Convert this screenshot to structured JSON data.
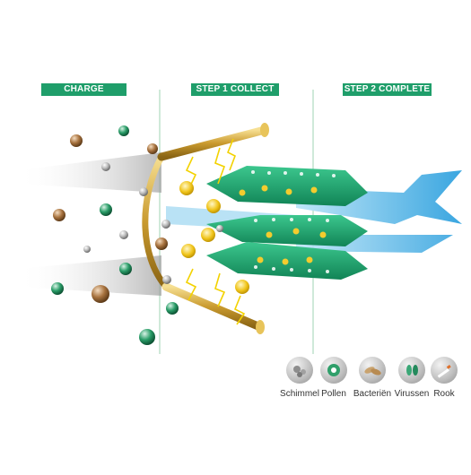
{
  "stages": {
    "charge": "CHARGE",
    "collect": "STEP 1 COLLECT",
    "complete": "STEP 2 COMPLETE"
  },
  "legend": [
    {
      "label": "Schimmel",
      "icon": "mold-icon"
    },
    {
      "label": "Pollen",
      "icon": "pollen-icon"
    },
    {
      "label": "Bacteriën",
      "icon": "bacteria-icon"
    },
    {
      "label": "Virussen",
      "icon": "virus-icon"
    },
    {
      "label": "Rook",
      "icon": "smoke-icon"
    }
  ],
  "colors": {
    "label_bg": "#1f9e6a",
    "collector_green": "#1fa36f",
    "airflow_blue": "#4fb6e8",
    "electrode_gold": "#c99a2e",
    "particle_brown": "#9a6a3a",
    "particle_green": "#1c8a5a"
  }
}
